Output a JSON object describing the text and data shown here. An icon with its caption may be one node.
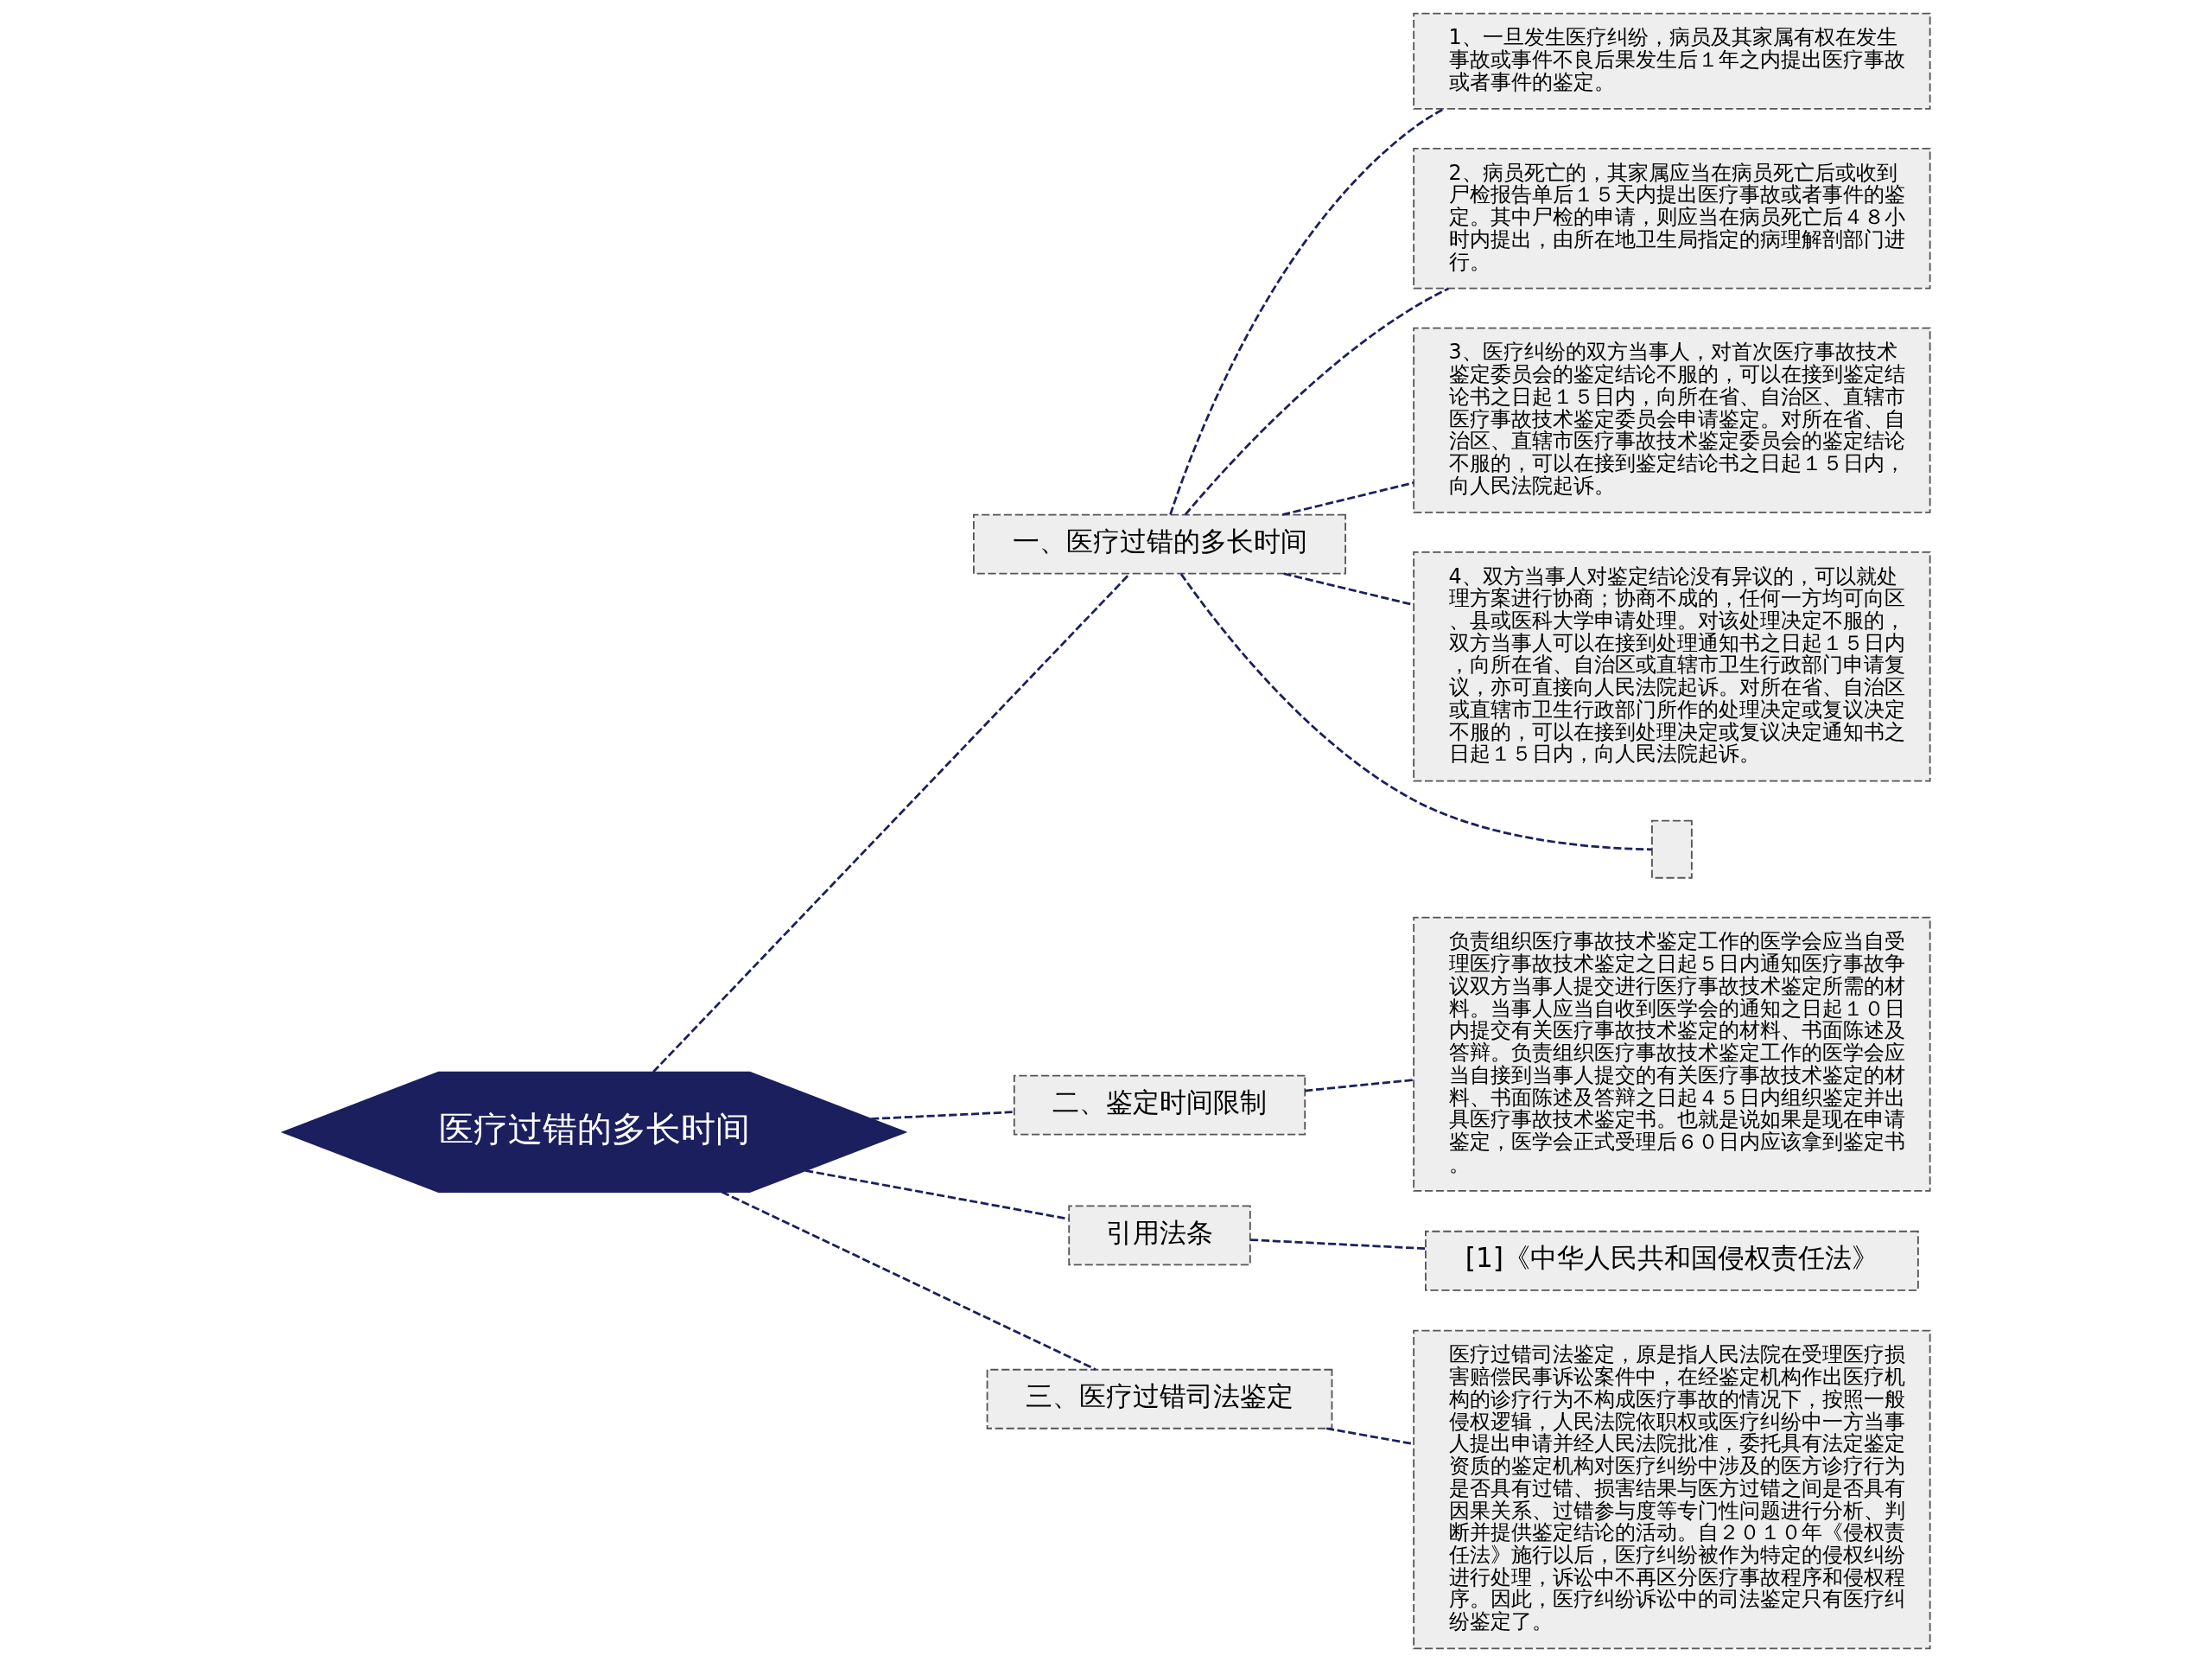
{
  "diagram": {
    "nodes": [
      {
        "text": [
          "医疗过错的多长时间"
        ]
      },
      {
        "text": [
          "一、医疗过错的多长时间"
        ]
      },
      {
        "text": [
          "1、一旦发生医疗纠纷，病员及其家属有权在发生事故或事件不良后果发生后１年之内提出医疗事故或者事件的鉴定。"
        ]
      },
      {
        "text": [
          "2、病员死亡的，其家属应当在病员死亡后或收到尸检报告单后１５天内提出医疗事故或者事件的鉴定。其中尸检的申请，则应当在病员死亡后４８小时内提出，由所在地卫生局指定的病理解剖部门进行。"
        ]
      },
      {
        "text": [
          "3、医疗纠纷的双方当事人，对首次医疗事故技术鉴定委员会的鉴定结论不服的，可以在接到鉴定结论书之日起１５日内，向所在省、自治区、直辖市医疗事故技术鉴定委员会申请鉴定。对所在省、自治区、直辖市医疗事故技术鉴定委员会的鉴定结论不服的，可以在接到鉴定结论书之日起１５日内，向人民法院起诉。"
        ]
      },
      {
        "text": [
          "4、双方当事人对鉴定结论没有异议的，可以就处理方案进行协商；协商不成的，任何一方均可向区、县或医科大学申请处理。对该处理决定不服的，双方当事人可以在接到处理通知书之日起１５日内，向所在省、自治区或直辖市卫生行政部门申请复议，亦可直接向人民法院起诉。对所在省、自治区或直辖市卫生行政部门所作的处理决定或复议决定不服的，可以在接到处理决定或复议决定通知书之日起１５日内，向人民法院起诉。"
        ]
      },
      {
        "text": [],
        "shape": "box"
      },
      {
        "text": [
          "二、鉴定时间限制"
        ]
      },
      {
        "text": [
          "负责组织医疗事故技术鉴定工作的医学会应当自受理医疗事故技术鉴定之日起５日内通知医疗事故争议双方当事人提交进行医疗事故技术鉴定所需的材料。当事人应当自收到医学会的通知之日起１０日内提交有关医疗事故技术鉴定的材料、书面陈述及答辩。负责组织医疗事故技术鉴定工作的医学会应当自接到当事人提交的有关医疗事故技术鉴定的材料、书面陈述及答辩之日起４５日内组织鉴定并出具医疗事故技术鉴定书。也就是说如果是现在申请鉴定，医学会正式受理后６０日内应该拿到鉴定书。"
        ]
      },
      {
        "text": [
          "引用法条"
        ]
      },
      {
        "text": [
          "[1]《中华人民共和国侵权责任法》"
        ]
      },
      {
        "text": [
          "三、医疗过错司法鉴定"
        ]
      },
      {
        "text": [
          "医疗过错司法鉴定，原是指人民法院在受理医疗损害赔偿民事诉讼案件中，在经鉴定机构作出医疗机构的诊疗行为不构成医疗事故的情况下，按照一般侵权逻辑，人民法院依职权或医疗纠纷中一方当事人提出申请并经人民法院批准，委托具有法定鉴定资质的鉴定机构对医疗纠纷中涉及的医方诊疗行为是否具有过错、损害结果与医方过错之间是否具有因果关系、过错参与度等专门性问题进行分析、判断并提供鉴定结论的活动。自２０１０年《侵权责任法》施行以后，医疗纠纷被作为特定的侵权纠纷进行处理，诉讼中不再区分医疗事故程序和侵权程序。因此，医疗纠纷诉讼中的司法鉴定只有医疗纠纷鉴定了。"
        ]
      }
    ],
    "edges": [
      {
        "from": 0,
        "to": 1,
        "arrow": "none"
      },
      {
        "from": 1,
        "to": 2,
        "arrow": "none"
      },
      {
        "from": 1,
        "to": 3,
        "arrow": "none"
      },
      {
        "from": 1,
        "to": 4,
        "arrow": "none"
      },
      {
        "from": 1,
        "to": 5,
        "arrow": "none"
      },
      {
        "from": 1,
        "to": 6,
        "arrow": "none"
      },
      {
        "from": 0,
        "to": 7,
        "arrow": "none"
      },
      {
        "from": 7,
        "to": 8,
        "arrow": "none"
      },
      {
        "from": 0,
        "to": 9,
        "arrow": "none"
      },
      {
        "from": 9,
        "to": 10,
        "arrow": "none"
      },
      {
        "from": 0,
        "to": 11,
        "arrow": "none"
      },
      {
        "from": 11,
        "to": 12,
        "arrow": "none"
      }
    ]
  }
}
